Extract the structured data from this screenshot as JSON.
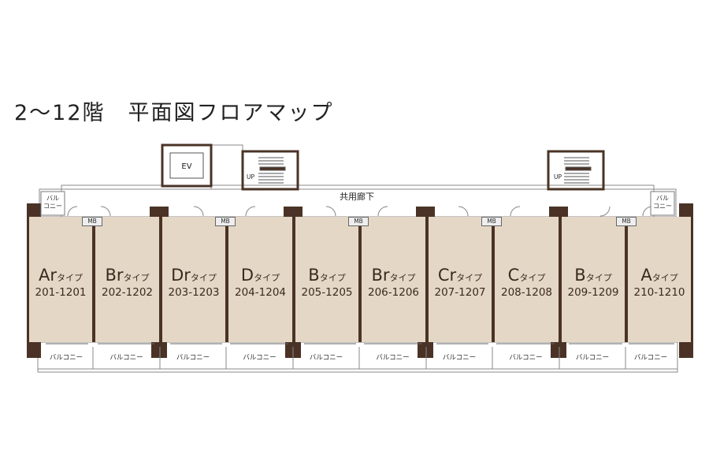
{
  "title": "2～12階　平面図フロアマップ",
  "corridor_label": "共用廊下",
  "elevator_label": "EV",
  "stairs_up_label": "UP",
  "meter_box_label": "MB",
  "balcony_label": "バルコニー",
  "corner_balcony_label_1": "バル",
  "corner_balcony_label_2": "コニー",
  "units": [
    {
      "type": "Ar",
      "suffix": "タイプ",
      "rooms": "201-1201"
    },
    {
      "type": "Br",
      "suffix": "タイプ",
      "rooms": "202-1202"
    },
    {
      "type": "Dr",
      "suffix": "タイプ",
      "rooms": "203-1203"
    },
    {
      "type": "D",
      "suffix": "タイプ",
      "rooms": "204-1204"
    },
    {
      "type": "B",
      "suffix": "タイプ",
      "rooms": "205-1205"
    },
    {
      "type": "Br",
      "suffix": "タイプ",
      "rooms": "206-1206"
    },
    {
      "type": "Cr",
      "suffix": "タイプ",
      "rooms": "207-1207"
    },
    {
      "type": "C",
      "suffix": "タイプ",
      "rooms": "208-1208"
    },
    {
      "type": "B",
      "suffix": "タイプ",
      "rooms": "209-1209"
    },
    {
      "type": "A",
      "suffix": "タイプ",
      "rooms": "210-1210"
    }
  ],
  "colors": {
    "unit_fill": "#e5d7c6",
    "wall": "#4a3326",
    "line": "#777777"
  }
}
